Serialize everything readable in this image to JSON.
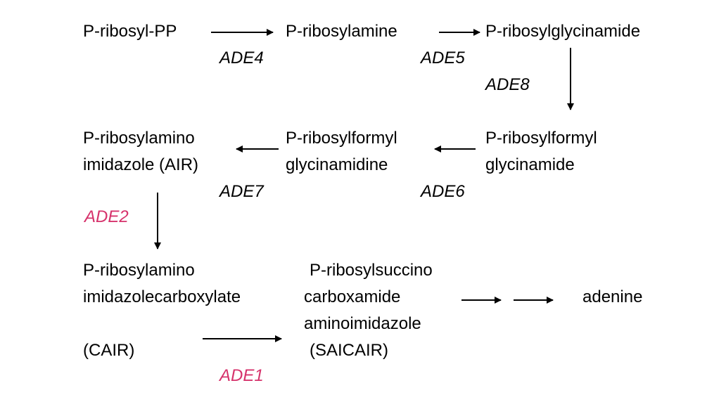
{
  "colors": {
    "text": "#000000",
    "highlight_enzyme": "#d6336c",
    "background": "#ffffff"
  },
  "compounds": {
    "prpp": "P-ribosyl-PP",
    "pra": "P-ribosylamine",
    "gar": "P-ribosylglycinamide",
    "fgar_l1": "P-ribosylformyl",
    "fgar_l2": "glycinamide",
    "fgam_l1": "P-ribosylformyl",
    "fgam_l2": "glycinamidine",
    "air_l1": "P-ribosylamino",
    "air_l2": "imidazole (AIR)",
    "cair_l1": "P-ribosylamino",
    "cair_l2": "imidazolecarboxylate",
    "cair_l3": "(CAIR)",
    "saicar_l1": "P-ribosylsuccino",
    "saicar_l2": "carboxamide",
    "saicar_l3": "aminoimidazole",
    "saicar_l4": "(SAICAIR)",
    "adenine": "adenine"
  },
  "enzymes": {
    "ade4": "ADE4",
    "ade5": "ADE5",
    "ade8": "ADE8",
    "ade6": "ADE6",
    "ade7": "ADE7",
    "ade2": "ADE2",
    "ade1": "ADE1"
  }
}
